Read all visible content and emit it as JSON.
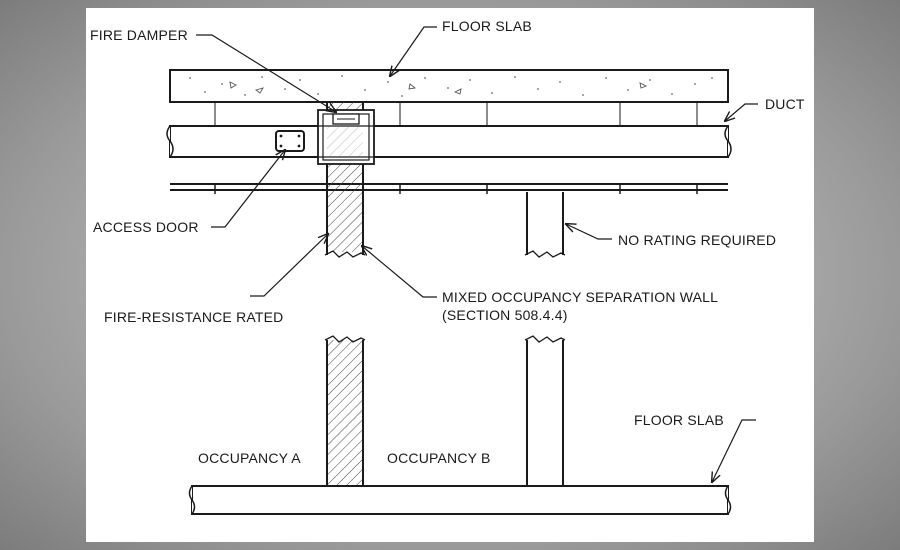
{
  "labels": {
    "fire_damper": "FIRE DAMPER",
    "floor_slab_top": "FLOOR SLAB",
    "duct": "DUCT",
    "access_door": "ACCESS DOOR",
    "no_rating": "NO RATING REQUIRED",
    "fire_resistance": "FIRE-RESISTANCE RATED",
    "mixed_wall_line1": "MIXED OCCUPANCY SEPARATION WALL",
    "mixed_wall_line2": "(SECTION 508.4.4)",
    "floor_slab_bottom": "FLOOR SLAB",
    "occupancy_a": "OCCUPANCY A",
    "occupancy_b": "OCCUPANCY B"
  },
  "colors": {
    "line": "#1a1a1a",
    "sheet": "#ffffff",
    "background": "#8a8a8a"
  }
}
